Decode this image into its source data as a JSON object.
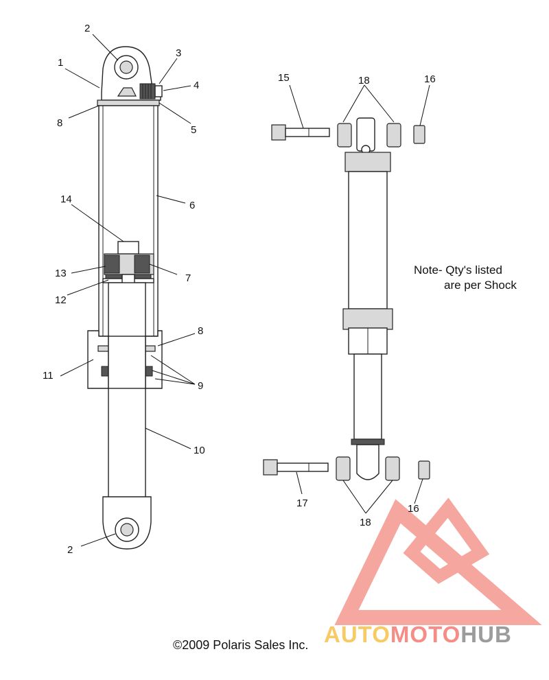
{
  "callouts": {
    "left": [
      {
        "id": "c1",
        "text": "1"
      },
      {
        "id": "c2a",
        "text": "2"
      },
      {
        "id": "c3",
        "text": "3"
      },
      {
        "id": "c4",
        "text": "4"
      },
      {
        "id": "c5",
        "text": "5"
      },
      {
        "id": "c6",
        "text": "6"
      },
      {
        "id": "c7",
        "text": "7"
      },
      {
        "id": "c8a",
        "text": "8"
      },
      {
        "id": "c8b",
        "text": "8"
      },
      {
        "id": "c9",
        "text": "9"
      },
      {
        "id": "c10",
        "text": "10"
      },
      {
        "id": "c11",
        "text": "11"
      },
      {
        "id": "c12",
        "text": "12"
      },
      {
        "id": "c13",
        "text": "13"
      },
      {
        "id": "c14",
        "text": "14"
      },
      {
        "id": "c2b",
        "text": "2"
      }
    ],
    "right": [
      {
        "id": "c15",
        "text": "15"
      },
      {
        "id": "c16a",
        "text": "16"
      },
      {
        "id": "c17",
        "text": "17"
      },
      {
        "id": "c16b",
        "text": "16"
      },
      {
        "id": "c18a",
        "text": "18"
      },
      {
        "id": "c18b",
        "text": "18"
      }
    ]
  },
  "note": {
    "line1": "Note- Qty's listed",
    "line2": "are per Shock"
  },
  "copyright": "©2009 Polaris Sales Inc.",
  "watermark": {
    "part1": "AUTO",
    "part2": "MOTO",
    "part3": "HUB",
    "colors": {
      "auto": "#f7c14a",
      "moto": "#f47a72",
      "hub": "#8b8b8b",
      "triangle": "#f28a80"
    }
  }
}
